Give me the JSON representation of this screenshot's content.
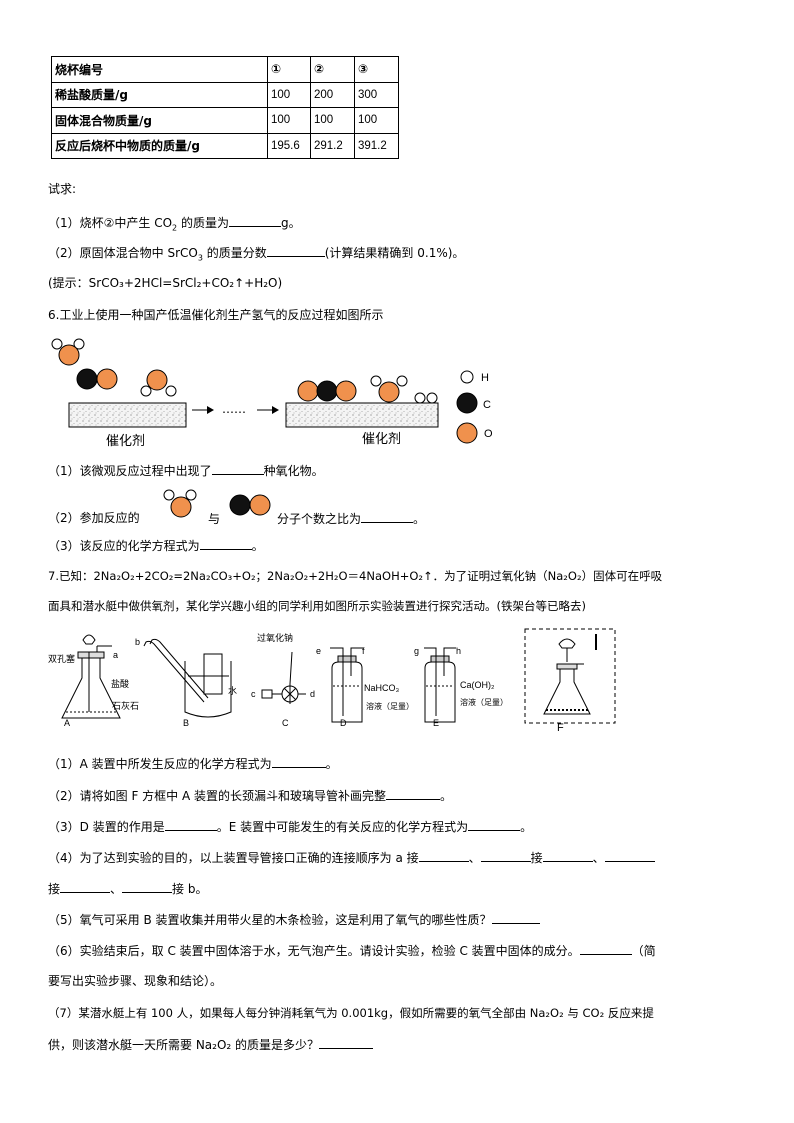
{
  "table": {
    "headers": [
      "烧杯编号",
      "①",
      "②",
      "③"
    ],
    "rows": [
      [
        "稀盐酸质量/g",
        "100",
        "200",
        "300"
      ],
      [
        "固体混合物质量/g",
        "100",
        "100",
        "100"
      ],
      [
        "反应后烧杯中物质的质量/g",
        "195.6",
        "291.2",
        "391.2"
      ]
    ]
  },
  "q5": {
    "ask": "试求:",
    "p1a": "（1）烧杯②中产生 CO",
    "p1b": " 的质量为",
    "p1c": "g。",
    "p2a": "（2）原固体混合物中 SrCO",
    "p2b": " 的质量分数",
    "p2c": "(计算结果精确到 0.1%)。",
    "hint": "(提示：SrCO₃+2HCl=SrCl₂+CO₂↑+H₂O)"
  },
  "q6": {
    "title": "6.工业上使用一种国产低温催化剂生产氢气的反应过程如图所示",
    "catalyst": "催化剂",
    "dots": "……",
    "legend_h": "H",
    "legend_c": "C",
    "legend_o": "O",
    "p1a": "（1）该微观反应过程中出现了",
    "p1b": "种氧化物。",
    "p2a": "（2）参加反应的",
    "p2b": "与",
    "p2c": "分子个数之比为",
    "p2d": "。",
    "p3a": "（3）该反应的化学方程式为",
    "p3b": "。",
    "colors": {
      "orange": "#f0914d",
      "black": "#111111"
    }
  },
  "q7": {
    "intro1": "7.已知：2Na₂O₂+2CO₂=2Na₂CO₃+O₂；2Na₂O₂+2H₂O＝4NaOH+O₂↑．为了证明过氧化钠（Na₂O₂）固体可在呼吸",
    "intro2": "面具和潜水艇中做供氧剂，某化学兴趣小组的同学利用如图所示实验装置进行探究活动。(铁架台等已略去)",
    "fig": {
      "stopper": "双孔塞",
      "a": "a",
      "acid": "盐酸",
      "limestone": "石灰石",
      "A": "A",
      "b": "b",
      "water": "水",
      "B": "B",
      "na2o2": "过氧化钠",
      "c": "c",
      "d": "d",
      "C": "C",
      "e": "e",
      "f": "f",
      "nahco3": "NaHCO₃",
      "solD": "溶液（足量）",
      "D": "D",
      "g": "g",
      "h": "h",
      "caoh": "Ca(OH)₂",
      "solE": "溶液（足量）",
      "E": "E",
      "F": "F"
    },
    "p1a": "（1）A 装置中所发生反应的化学方程式为",
    "p1b": "。",
    "p2a": "（2）请将如图 F 方框中 A 装置的长颈漏斗和玻璃导管补画完整",
    "p2b": "。",
    "p3a": "（3）D 装置的作用是",
    "p3b": "。E 装置中可能发生的有关反应的化学方程式为",
    "p3c": "。",
    "p4a": "（4）为了达到实验的目的，以上装置导管接口正确的连接顺序为 a 接",
    "p4b": "、",
    "p4c": "接",
    "p4d": "、",
    "p4e": "接",
    "p4f": "、",
    "p4g": "接 b。",
    "p5": "（5）氧气可采用 B 装置收集并用带火星的木条检验，这是利用了氧气的哪些性质？",
    "p6a": "（6）实验结束后，取 C 装置中固体溶于水，无气泡产生。请设计实验，检验 C 装置中固体的成分。",
    "p6b": "（简",
    "p6c": "要写出实验步骤、现象和结论）。",
    "p7a": "（7）某潜水艇上有 100 人，如果每人每分钟消耗氧气为 0.001kg，假如所需要的氧气全部由 Na₂O₂ 与 CO₂ 反应来提",
    "p7b": "供，则该潜水艇一天所需要 Na₂O₂ 的质量是多少？"
  }
}
